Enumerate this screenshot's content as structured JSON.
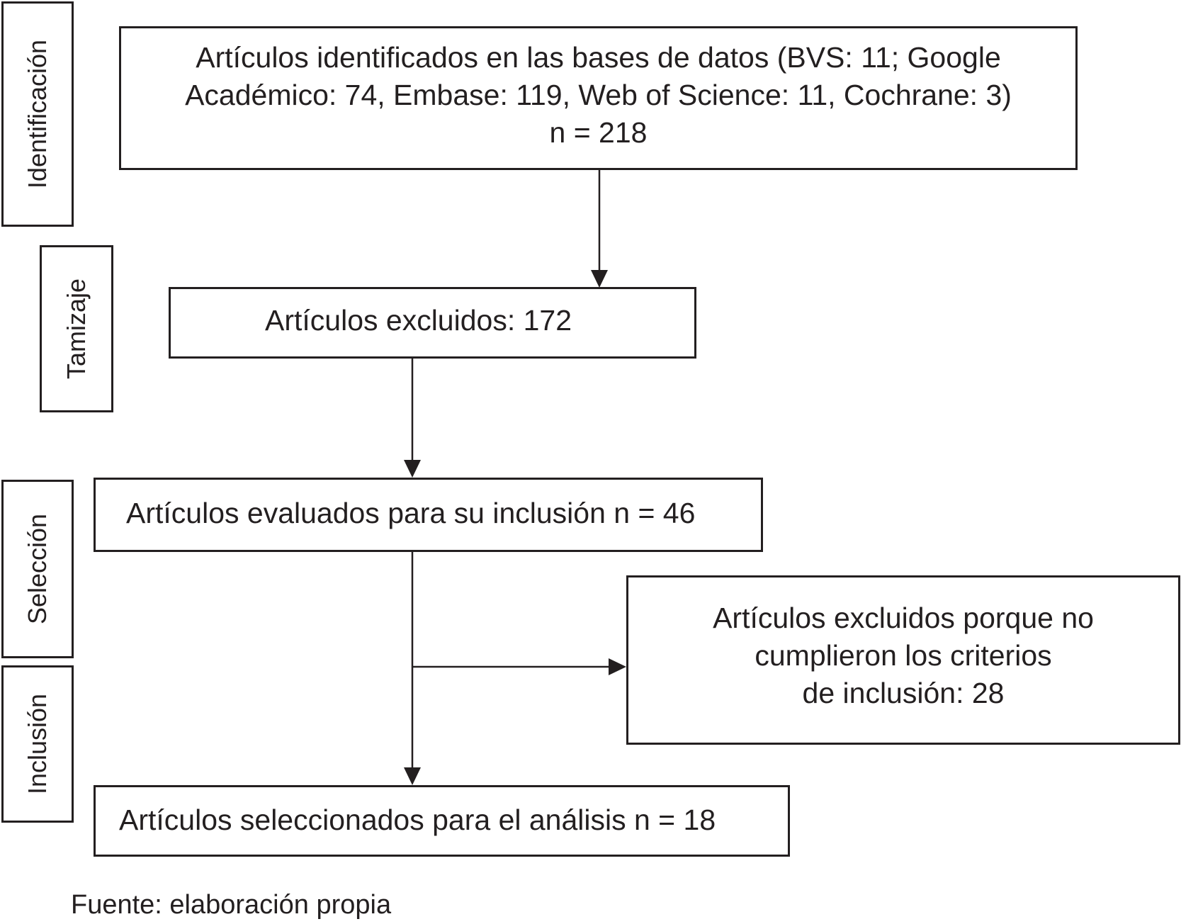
{
  "stages": {
    "identificacion": "Identificación",
    "tamizaje": "Tamizaje",
    "seleccion": "Selección",
    "inclusion": "Inclusión"
  },
  "boxes": {
    "identified": {
      "line1": "Artículos identificados en las bases de datos (BVS: 11; Google",
      "line2": "Académico: 74, Embase: 119, Web of Science: 11, Cochrane: 3)",
      "line3": "n = 218"
    },
    "excluded_screening": "Artículos excluidos: 172",
    "evaluated": "Artículos evaluados para su inclusión n = 46",
    "excluded_criteria": {
      "line1": "Artículos excluidos porque no",
      "line2": "cumplieron  los criterios",
      "line3": "de inclusión: 28"
    },
    "selected": "Artículos seleccionados para el análisis n = 18"
  },
  "source_note": "Fuente: elaboración propia",
  "colors": {
    "stroke": "#231f20",
    "background": "#ffffff"
  }
}
